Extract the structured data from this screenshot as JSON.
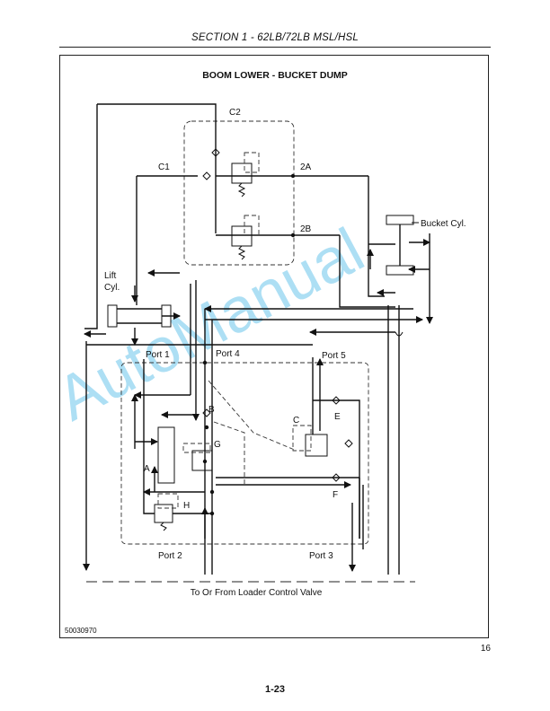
{
  "header": {
    "section": "SECTION 1 - 62LB/72LB MSL/HSL"
  },
  "diagram": {
    "title": "BOOM LOWER - BUCKET DUMP",
    "labels": {
      "c2": "C2",
      "c1": "C1",
      "port_2a": "2A",
      "port_2b": "2B",
      "bucket_cyl": "Bucket Cyl.",
      "lift_cyl_line1": "Lift",
      "lift_cyl_line2": "Cyl.",
      "port1": "Port 1",
      "port4": "Port 4",
      "port5": "Port 5",
      "b": "B",
      "c": "C",
      "e": "E",
      "g": "G",
      "a": "A",
      "f": "F",
      "h": "H",
      "port2": "Port 2",
      "port3": "Port 3",
      "caption": "To Or From Loader Control Valve"
    }
  },
  "watermark": "AutoManual",
  "figure_number": "50030970",
  "page_number": "16",
  "footer": {
    "page_ref": "1-23"
  }
}
